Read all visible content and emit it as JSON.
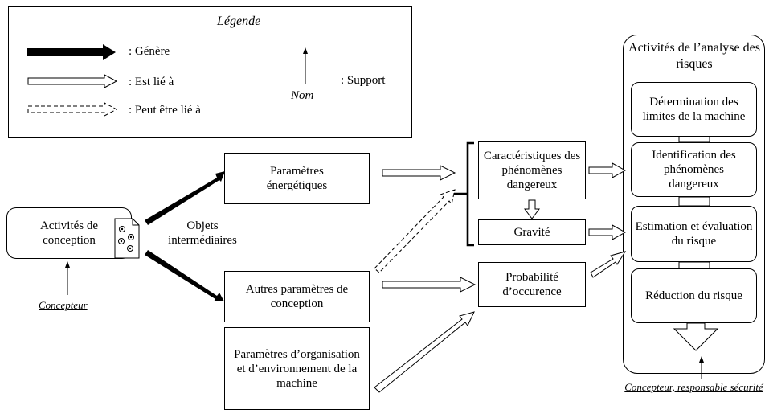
{
  "legend": {
    "title": "Légende",
    "genere": ": Génère",
    "est_lie": ": Est lié à",
    "peut_etre_lie": ": Peut être lié à",
    "nom": "Nom",
    "support": ": Support"
  },
  "design": {
    "activites_conception": "Activités de conception",
    "concepteur": "Concepteur",
    "objets_intermediaires": "Objets intermédiaires"
  },
  "params": {
    "energetiques": "Paramètres énergétiques",
    "autres": "Autres paramètres de conception",
    "organisation": "Paramètres d’organisation et d’environnement de la machine"
  },
  "middle": {
    "caracteristiques": "Caractéristiques des phénomènes dangereux",
    "gravite": "Gravité",
    "probabilite": "Probabilité d’occurence"
  },
  "risk": {
    "title": "Activités de l’analyse des risques",
    "determination": "Détermination des limites de la machine",
    "identification": "Identification des phénomènes dangereux",
    "estimation": "Estimation et évaluation du risque",
    "reduction": "Réduction du risque",
    "support": "Concepteur, responsable sécurité"
  }
}
